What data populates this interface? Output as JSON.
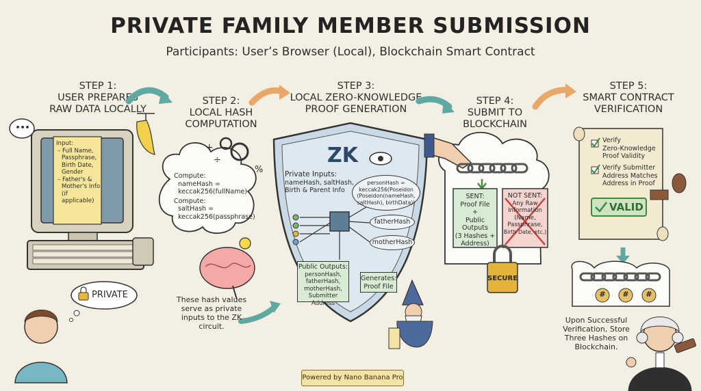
{
  "title": "PRIVATE FAMILY MEMBER SUBMISSION",
  "subtitle": "Participants: User’s Browser (Local), Blockchain Smart Contract",
  "steps": [
    {
      "line1": "STEP 1:",
      "line2": "USER PREPARES",
      "line3": "RAW DATA LOCALLY"
    },
    {
      "line1": "STEP 2:",
      "line2": "LOCAL HASH",
      "line3": "COMPUTATION"
    },
    {
      "line1": "STEP 3:",
      "line2": "LOCAL ZERO-KNOWLEDGE",
      "line3": "PROOF GENERATION"
    },
    {
      "line1": "STEP 4:",
      "line2": "SUBMIT TO",
      "line3": "BLOCKCHAIN"
    },
    {
      "line1": "STEP 5:",
      "line2": "SMART CONTRACT",
      "line3": "VERIFICATION"
    }
  ],
  "step1": {
    "input_lines": [
      "Input:",
      "– Full Name,",
      "Passphrase,",
      "Birth Date,",
      "Gender",
      "– Father's &",
      "Mother's Info",
      "(if applicable)"
    ],
    "speech": "•••",
    "private_label": "PRIVATE"
  },
  "step2": {
    "lines": [
      "Compute:",
      "nameHash =",
      "keccak256(fullName)",
      "Compute:",
      "saltHash =",
      "keccak256(passphrase)"
    ],
    "note": [
      "These hash values",
      "serve as private",
      "inputs to the ZK",
      "circuit."
    ]
  },
  "step3": {
    "zk": "ZK",
    "private_inputs": [
      "Private Inputs:",
      "nameHash, saltHash,",
      "Birth & Parent Info"
    ],
    "person_hash": [
      "personHash =",
      "keccak256(Poseidon",
      "(Poseidon(nameHash,",
      "saltHash), birthData))"
    ],
    "father_hash": "fatherHash",
    "mother_hash": "motherHash",
    "public_outputs": [
      "Public Outputs:",
      "personHash,",
      "fatherHash,",
      "motherHash,",
      "Submitter Address"
    ],
    "generates": [
      "Generates:",
      "Proof File"
    ]
  },
  "step4": {
    "sent": [
      "SENT:",
      "Proof File",
      "+",
      "Public Outputs",
      "(3 Hashes +",
      "Address)"
    ],
    "not_sent": [
      "NOT SENT:",
      "Any Raw",
      "Information",
      "(Name,",
      "Passphrase,",
      "Birth Date, etc.)"
    ],
    "secure": "SECURE"
  },
  "step5": {
    "checks": [
      [
        "Verify",
        "Zero-Knowledge",
        "Proof Validity"
      ],
      [
        "Verify Submitter",
        "Address Matches",
        "Address in Proof"
      ]
    ],
    "stamp": "VALID",
    "hash_symbol": "#",
    "note": [
      "Upon Successful",
      "Verification, Store",
      "Three Hashes on",
      "Blockchain."
    ]
  },
  "footer": "Powered by Nano Banana Pro",
  "colors": {
    "background": "#f3efe2",
    "accent_teal": "#5fa9a2",
    "accent_orange": "#e7a86a",
    "sent_green": "#d8ecd3",
    "not_sent_red": "#f3d4cf",
    "shield_blue": "#c9d9e6"
  }
}
